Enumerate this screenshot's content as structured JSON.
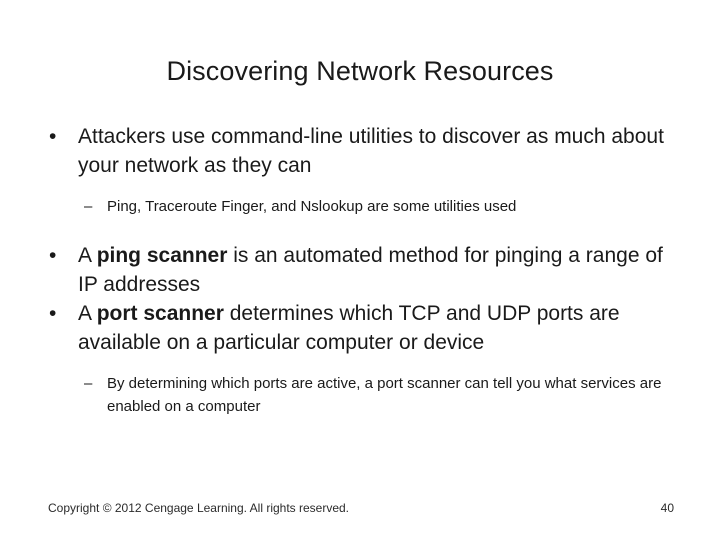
{
  "slide": {
    "title": "Discovering Network Resources",
    "background_color": "#ffffff",
    "text_color": "#1a1a1a",
    "bullet_marker": "•",
    "sub_bullet_marker": "–",
    "body": [
      {
        "level": 1,
        "text": "Attackers use command-line utilities to discover as much about your network as they can"
      },
      {
        "level": 2,
        "text": "Ping, Traceroute Finger, and Nslookup are some utilities used"
      },
      {
        "level": 1,
        "lead": "A ",
        "bold": "ping scanner",
        "tail": " is an automated method for pinging a range of IP addresses"
      },
      {
        "level": 1,
        "lead": "A ",
        "bold": "port scanner",
        "tail": " determines which TCP and UDP ports are available on a particular computer or device"
      },
      {
        "level": 2,
        "text": "By determining which ports are active, a port scanner can tell you what services are enabled on a computer"
      }
    ]
  },
  "footer": {
    "copyright": "Copyright © 2012 Cengage Learning. All rights reserved.",
    "page_number": "40"
  }
}
